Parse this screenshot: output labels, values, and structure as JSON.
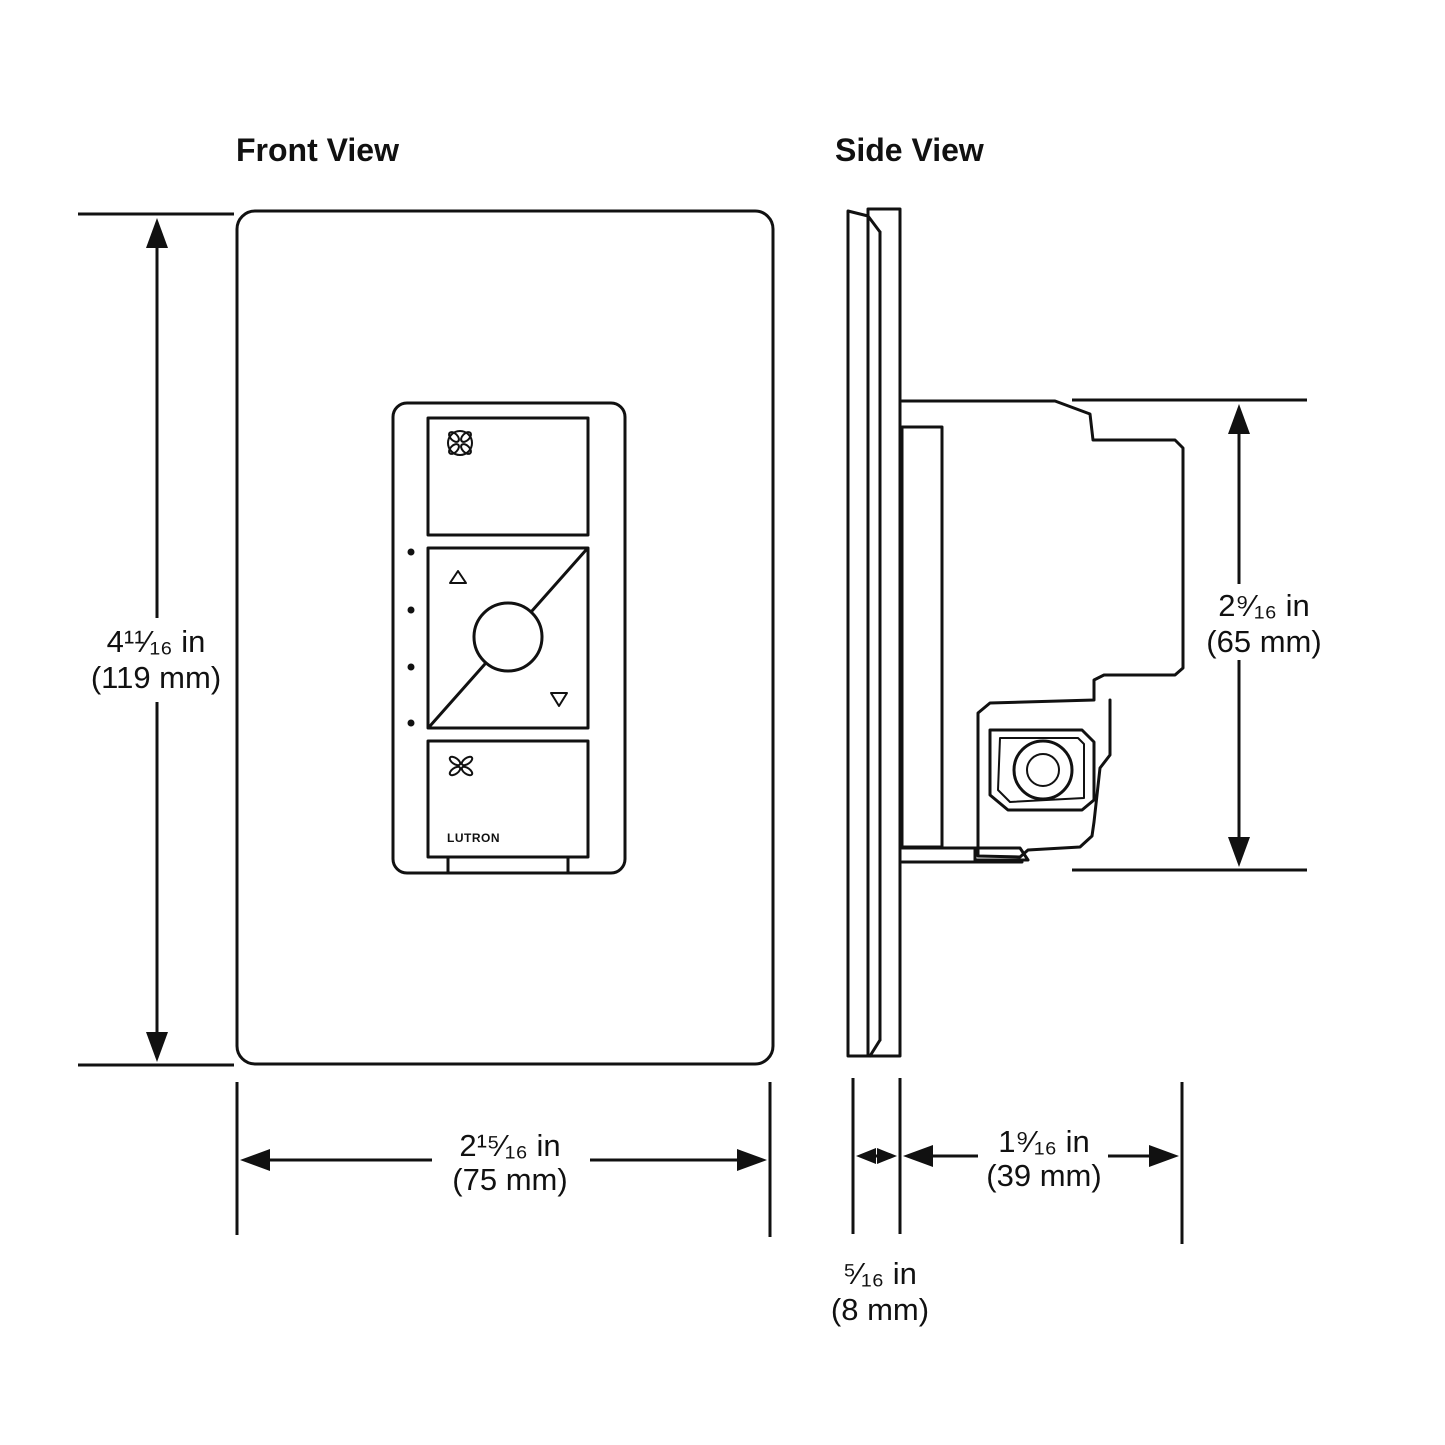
{
  "front_view": {
    "title": "Front View",
    "brand": "LUTRON",
    "icons": [
      "fan-icon",
      "fan-icon",
      "up-triangle-icon",
      "down-triangle-icon"
    ]
  },
  "side_view": {
    "title": "Side View"
  },
  "dimensions": {
    "height": {
      "imperial": "4¹¹⁄₁₆ in",
      "metric": "(119 mm)"
    },
    "width": {
      "imperial": "2¹⁵⁄₁₆ in",
      "metric": "(75 mm)"
    },
    "body_height": {
      "imperial": "2⁹⁄₁₆ in",
      "metric": "(65 mm)"
    },
    "plate_depth": {
      "imperial": "⁵⁄₁₆ in",
      "metric": "(8 mm)"
    },
    "body_depth": {
      "imperial": "1⁹⁄₁₆ in",
      "metric": "(39 mm)"
    }
  },
  "colors": {
    "line": "#111111",
    "background": "#ffffff"
  }
}
